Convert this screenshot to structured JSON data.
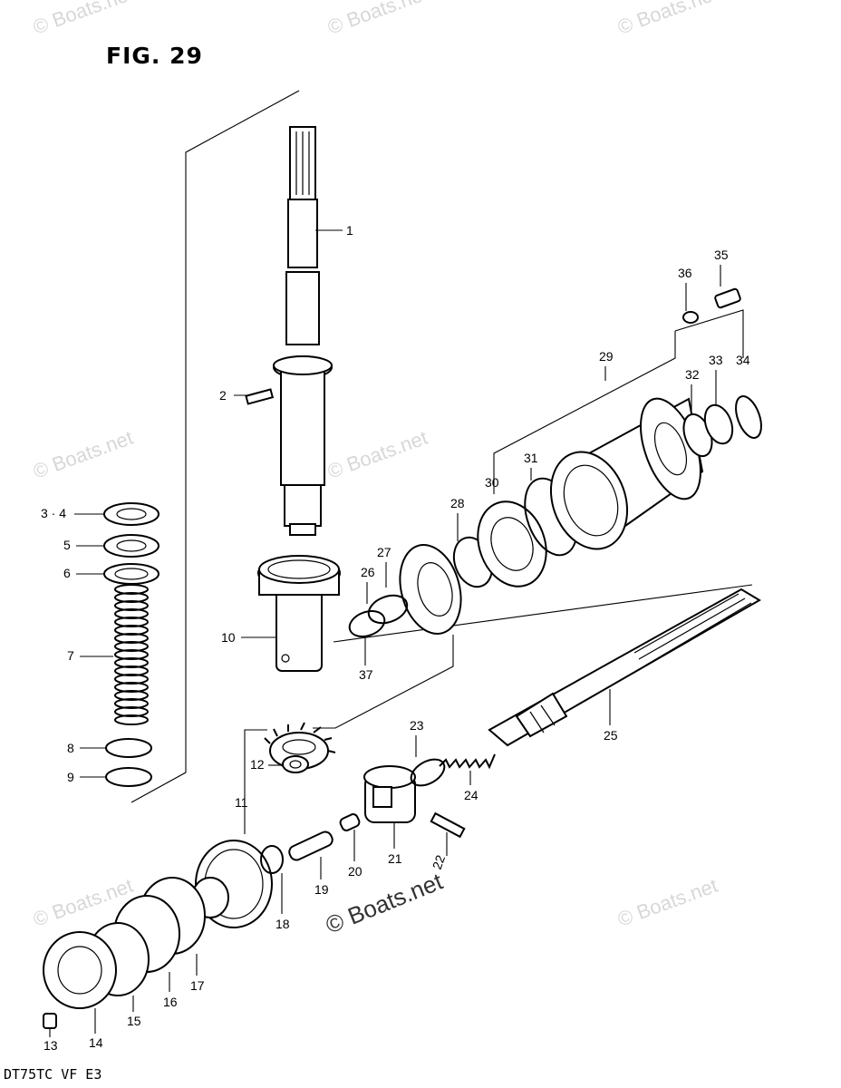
{
  "figure_title": "FIG. 29",
  "model_code": "DT75TC  VF  E3",
  "watermark_text": "© Boats.net",
  "parts": [
    {
      "id": "1",
      "label": "1"
    },
    {
      "id": "2",
      "label": "2"
    },
    {
      "id": "3-4",
      "label": "3 · 4"
    },
    {
      "id": "5",
      "label": "5"
    },
    {
      "id": "6",
      "label": "6"
    },
    {
      "id": "7",
      "label": "7"
    },
    {
      "id": "8",
      "label": "8"
    },
    {
      "id": "9",
      "label": "9"
    },
    {
      "id": "10",
      "label": "10"
    },
    {
      "id": "11",
      "label": "11"
    },
    {
      "id": "12",
      "label": "12"
    },
    {
      "id": "13",
      "label": "13"
    },
    {
      "id": "14",
      "label": "14"
    },
    {
      "id": "15",
      "label": "15"
    },
    {
      "id": "16",
      "label": "16"
    },
    {
      "id": "17",
      "label": "17"
    },
    {
      "id": "18",
      "label": "18"
    },
    {
      "id": "19",
      "label": "19"
    },
    {
      "id": "20",
      "label": "20"
    },
    {
      "id": "21",
      "label": "21"
    },
    {
      "id": "22",
      "label": "22"
    },
    {
      "id": "23",
      "label": "23"
    },
    {
      "id": "24",
      "label": "24"
    },
    {
      "id": "25",
      "label": "25"
    },
    {
      "id": "26",
      "label": "26"
    },
    {
      "id": "27",
      "label": "27"
    },
    {
      "id": "28",
      "label": "28"
    },
    {
      "id": "29",
      "label": "29"
    },
    {
      "id": "30",
      "label": "30"
    },
    {
      "id": "31",
      "label": "31"
    },
    {
      "id": "32",
      "label": "32"
    },
    {
      "id": "33",
      "label": "33"
    },
    {
      "id": "34",
      "label": "34"
    },
    {
      "id": "35",
      "label": "35"
    },
    {
      "id": "36",
      "label": "36"
    },
    {
      "id": "37",
      "label": "37"
    }
  ]
}
